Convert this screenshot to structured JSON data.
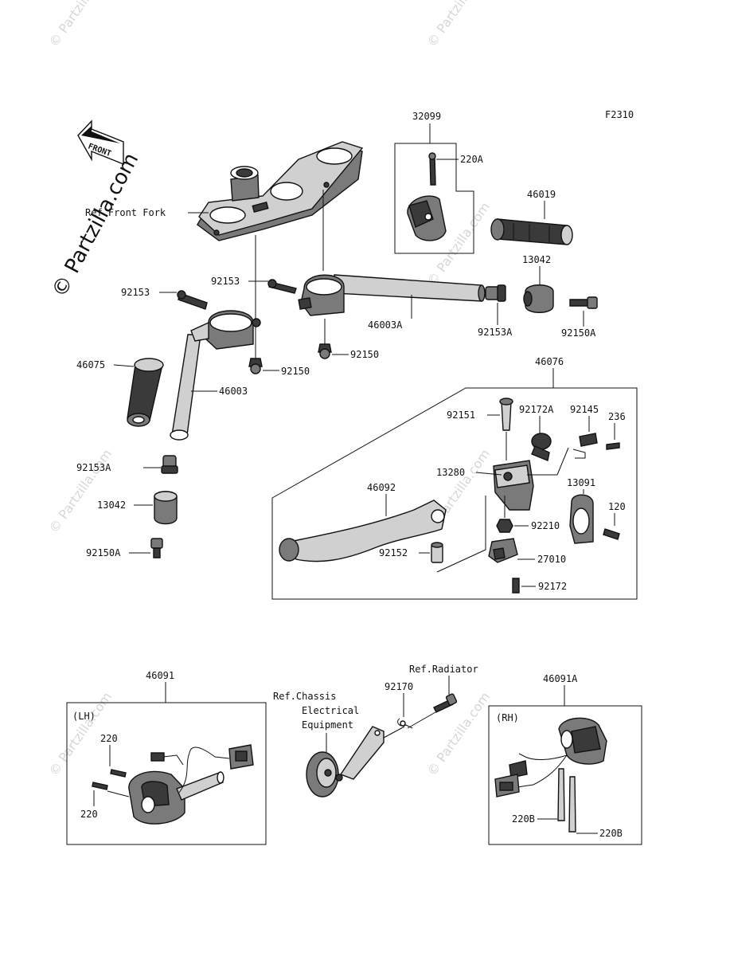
{
  "diagram_code": "F2310",
  "front_label": "FRONT",
  "watermark": "© Partzilla.com",
  "groups": {
    "clutch_lever_set": "46076",
    "left_switch": "46091",
    "right_switch": "46091A",
    "handlebar_sub_group": "32099"
  },
  "side_labels": {
    "lh": "(LH)",
    "rh": "(RH)"
  },
  "references": {
    "front_fork": "Ref.Front Fork",
    "radiator": "Ref.Radiator",
    "chassis_line1": "Ref.Chassis",
    "chassis_line2": "Electrical",
    "chassis_line3": "Equipment"
  },
  "parts": {
    "p220A": "220A",
    "p46019": "46019",
    "p13042_r": "13042",
    "p92153_l": "92153",
    "p92153_c": "92153",
    "p46003A": "46003A",
    "p92153A_r": "92153A",
    "p92150A_r": "92150A",
    "p92150_c": "92150",
    "p92150_l": "92150",
    "p46075": "46075",
    "p46003": "46003",
    "p92153A_l": "92153A",
    "p13042_l": "13042",
    "p92150A_l": "92150A",
    "p92151": "92151",
    "p92172A": "92172A",
    "p92145": "92145",
    "p236": "236",
    "p13280": "13280",
    "p46092": "46092",
    "p13091": "13091",
    "p120": "120",
    "p92210": "92210",
    "p92152": "92152",
    "p27010": "27010",
    "p92172": "92172",
    "p92170": "92170",
    "p220_a": "220",
    "p220_b": "220",
    "p220B_a": "220B",
    "p220B_b": "220B"
  }
}
